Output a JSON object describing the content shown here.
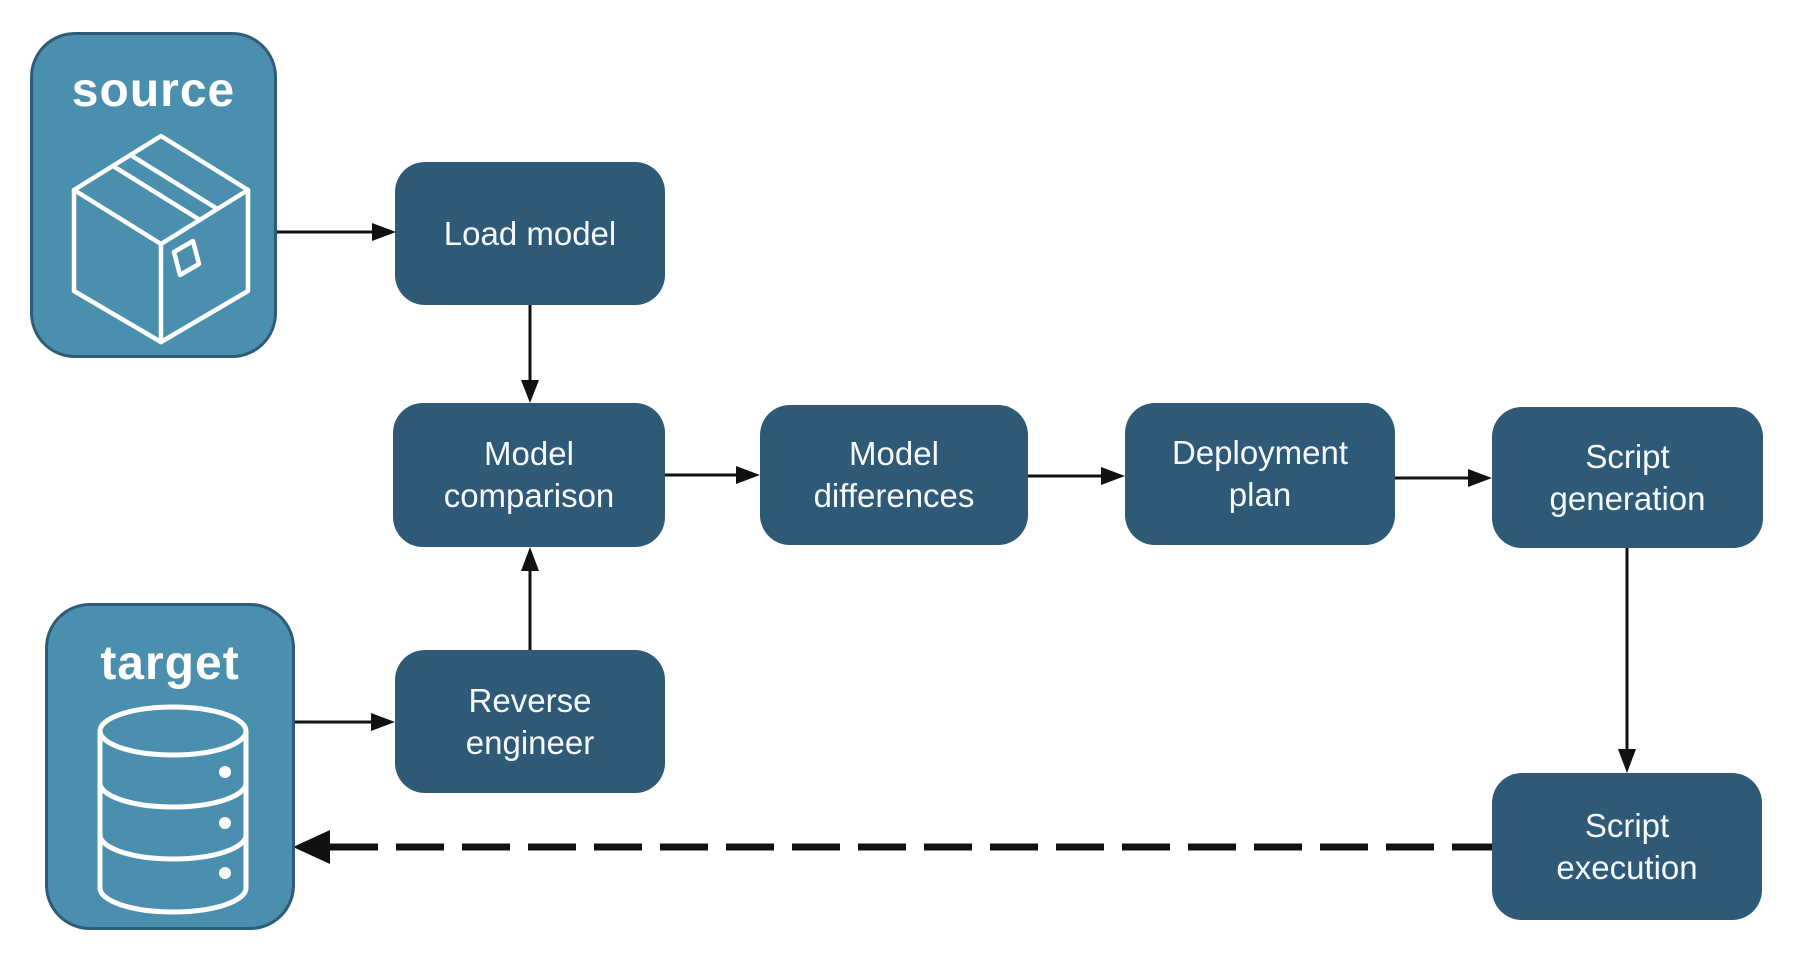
{
  "diagram": {
    "title_implicit": "Schema deployment pipeline",
    "colors": {
      "background": "#ffffff",
      "node_fill": "#2E5977",
      "endpoint_fill": "#4B8FAE",
      "endpoint_border": "#2E5C78",
      "label_text": "#ffffff",
      "arrow": "#111111"
    },
    "endpoints": [
      {
        "id": "source",
        "label": "source",
        "icon": "package-icon"
      },
      {
        "id": "target",
        "label": "target",
        "icon": "database-icon"
      }
    ],
    "nodes": [
      {
        "id": "load-model",
        "label": "Load model"
      },
      {
        "id": "model-comparison",
        "label": "Model\ncomparison"
      },
      {
        "id": "model-differences",
        "label": "Model\ndifferences"
      },
      {
        "id": "deployment-plan",
        "label": "Deployment\nplan"
      },
      {
        "id": "script-generation",
        "label": "Script\ngeneration"
      },
      {
        "id": "reverse-engineer",
        "label": "Reverse\nengineer"
      },
      {
        "id": "script-execution",
        "label": "Script\nexecution"
      }
    ],
    "edges": [
      {
        "from": "source",
        "to": "load-model",
        "style": "solid"
      },
      {
        "from": "load-model",
        "to": "model-comparison",
        "style": "solid"
      },
      {
        "from": "target",
        "to": "reverse-engineer",
        "style": "solid"
      },
      {
        "from": "reverse-engineer",
        "to": "model-comparison",
        "style": "solid"
      },
      {
        "from": "model-comparison",
        "to": "model-differences",
        "style": "solid"
      },
      {
        "from": "model-differences",
        "to": "deployment-plan",
        "style": "solid"
      },
      {
        "from": "deployment-plan",
        "to": "script-generation",
        "style": "solid"
      },
      {
        "from": "script-generation",
        "to": "script-execution",
        "style": "solid"
      },
      {
        "from": "script-execution",
        "to": "target",
        "style": "dashed"
      }
    ]
  }
}
